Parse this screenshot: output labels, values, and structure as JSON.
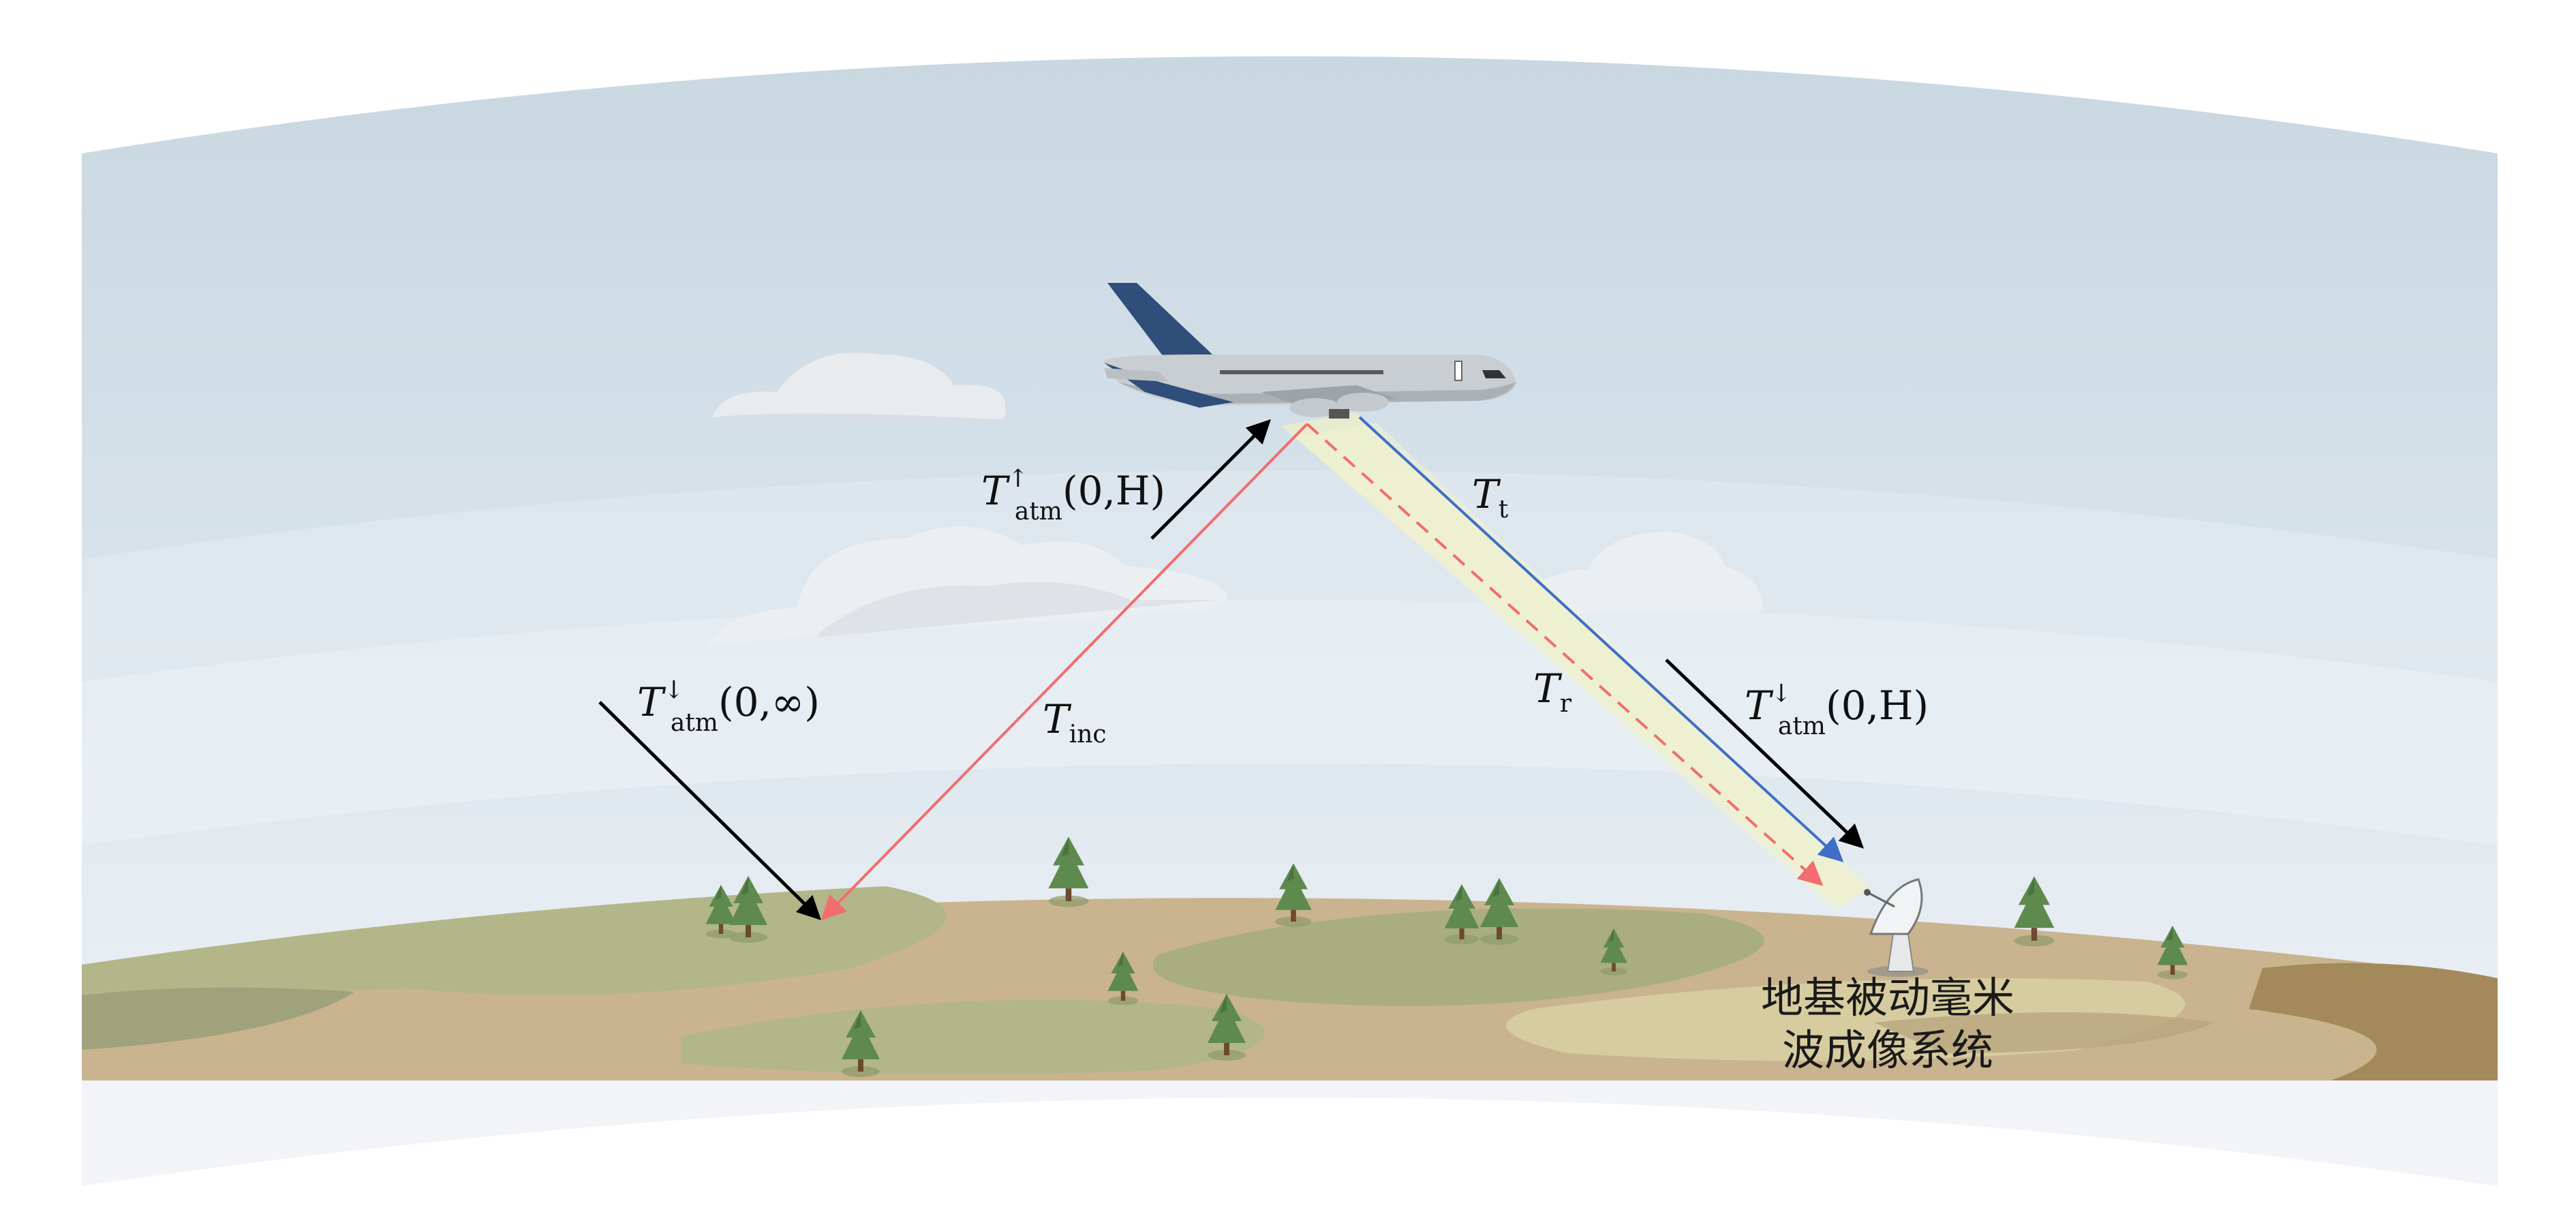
{
  "labels": {
    "up_atm": {
      "main": "T",
      "sup": "↑",
      "sub": "atm",
      "args": "(0,H)"
    },
    "down_inf": {
      "main": "T",
      "sup": "↓",
      "sub": "atm",
      "args": "(0,∞)"
    },
    "down_h": {
      "main": "T",
      "sup": "↓",
      "sub": "atm",
      "args": "(0,H)"
    },
    "t_inc": {
      "main": "T",
      "sub": "inc"
    },
    "t_t": {
      "main": "T",
      "sub": "t"
    },
    "t_r": {
      "main": "T",
      "sub": "r"
    }
  },
  "system_caption": [
    "地基被动毫米",
    "波成像系统"
  ],
  "colors": {
    "sky_top": "#cbd8e2",
    "sky_bottom": "#eef2f7",
    "ground_light": "#c9b48f",
    "ground_green": "#b3b688",
    "ground_dark": "#a48a5a",
    "red_ray": "#f26d6d",
    "blue_ray": "#3f6ec8",
    "beam": "#eef0c6",
    "arrow": "#000000",
    "fuselage": "#c9ced2",
    "tail": "#2f4f7a"
  },
  "icons": [
    "airplane-icon",
    "radar-dish-icon",
    "tree-icon",
    "cloud-icon"
  ]
}
